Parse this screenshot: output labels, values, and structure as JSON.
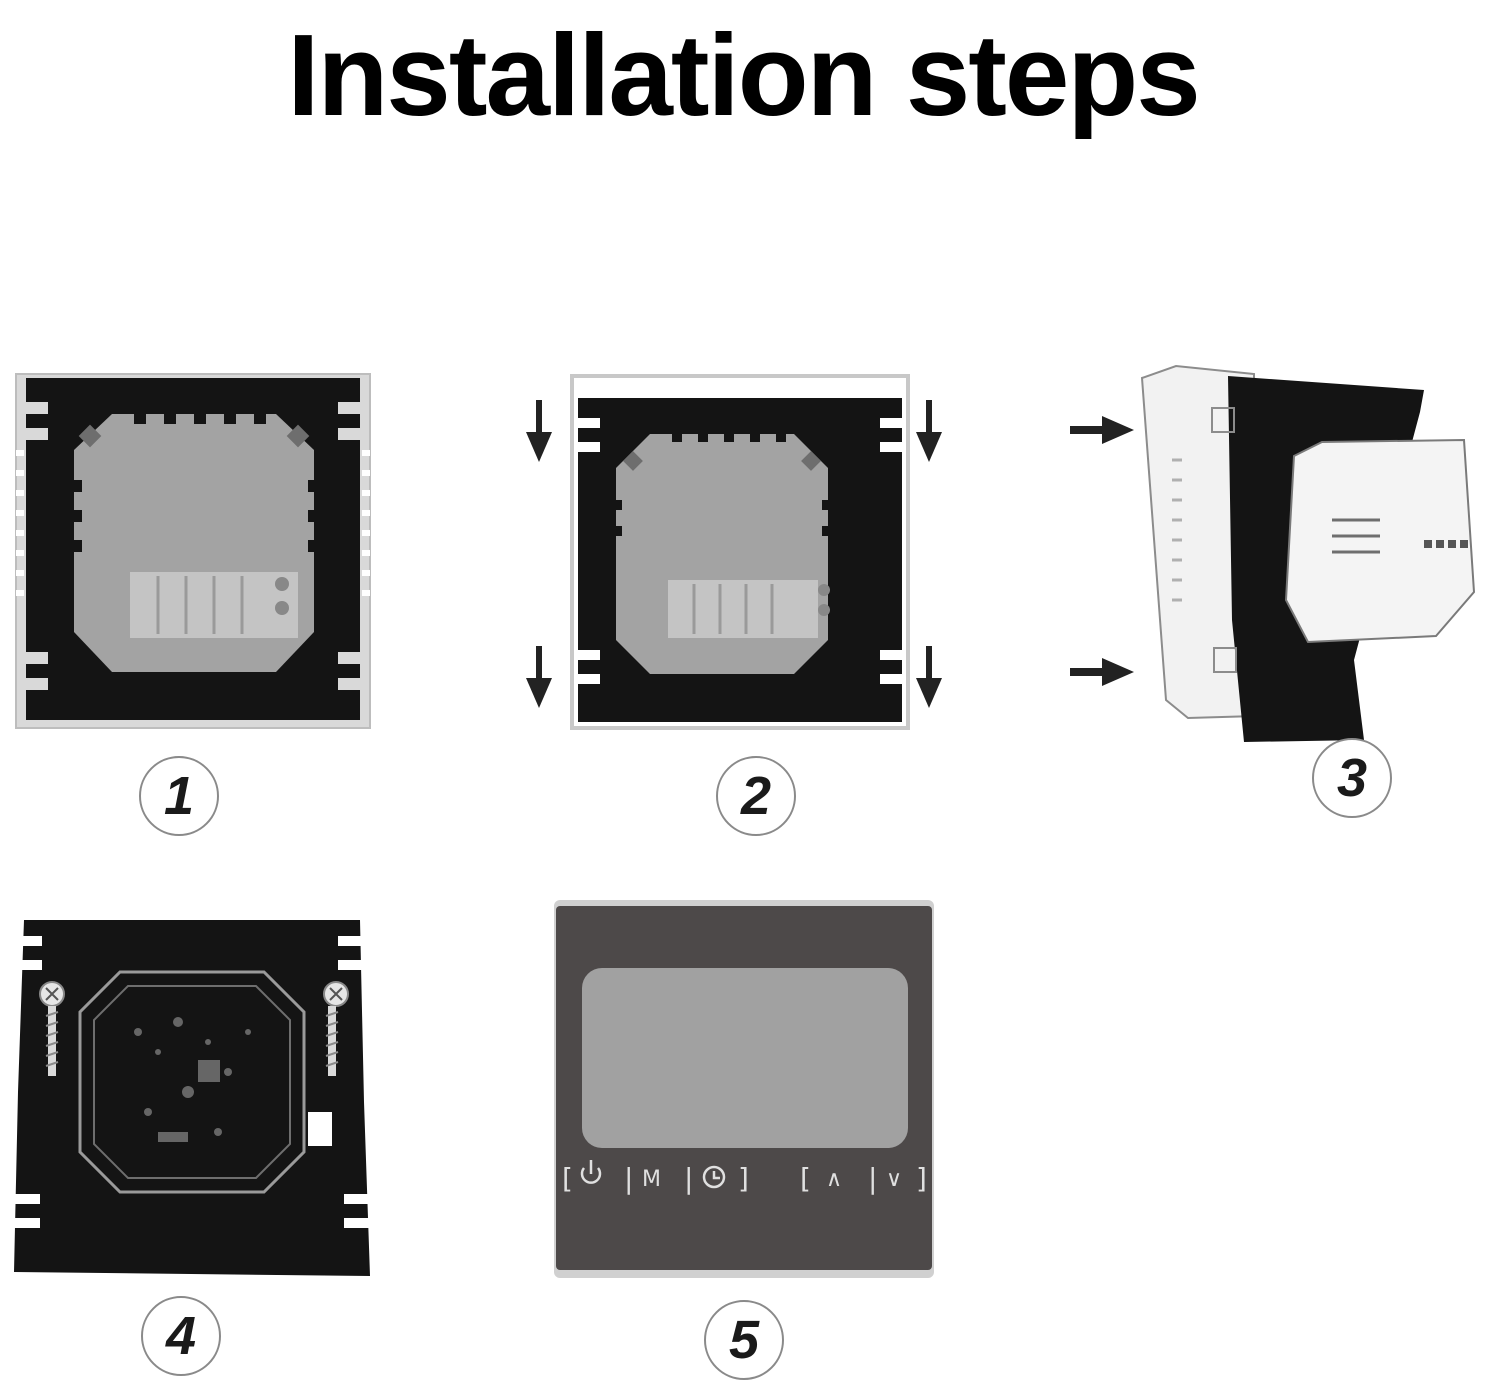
{
  "title": "Installation steps",
  "steps": [
    {
      "number": "1"
    },
    {
      "number": "2"
    },
    {
      "number": "3"
    },
    {
      "number": "4"
    },
    {
      "number": "5"
    }
  ],
  "panel_buttons": {
    "mode": "M",
    "up": "∧",
    "down": "∨"
  },
  "colors": {
    "plate": "#141414",
    "module": "#a3a3a3",
    "frame": "#d6d6d6",
    "panel": "#4d4949",
    "screen": "#a1a1a1"
  }
}
